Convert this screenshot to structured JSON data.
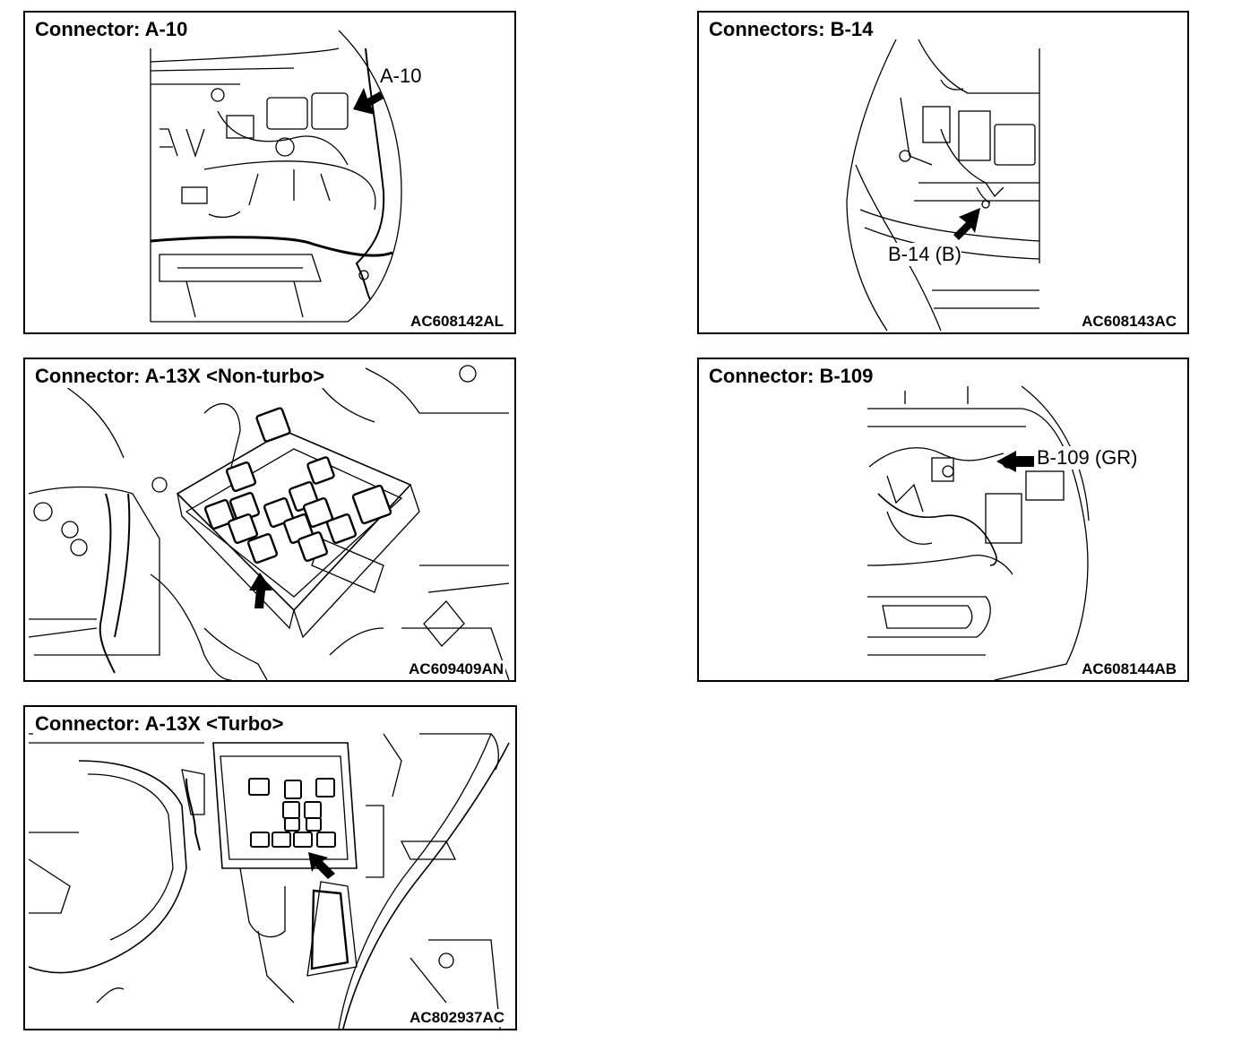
{
  "panels": [
    {
      "title": "Connector: A-10",
      "callout": "A-10",
      "code": "AC608142AL"
    },
    {
      "title": "Connectors: B-14",
      "callout": "B-14 (B)",
      "code": "AC608143AC"
    },
    {
      "title": "Connector: A-13X <Non-turbo>",
      "code": "AC609409AN"
    },
    {
      "title": "Connector: B-109",
      "callout": "B-109 (GR)",
      "code": "AC608144AB"
    },
    {
      "title": "Connector: A-13X <Turbo>",
      "code": "AC802937AC"
    }
  ]
}
